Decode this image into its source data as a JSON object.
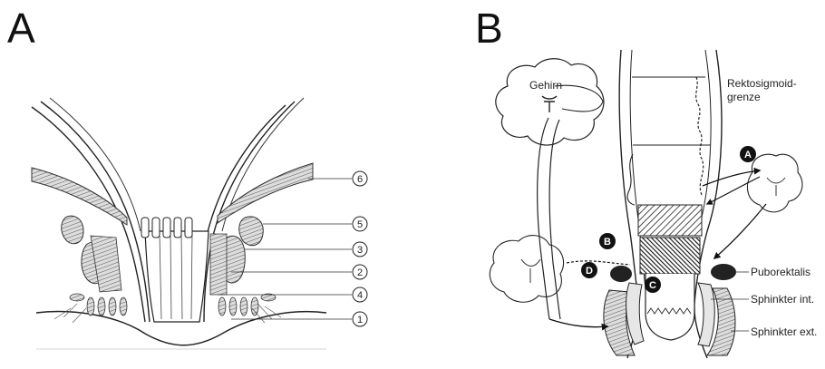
{
  "panels": {
    "a": "A",
    "b": "B"
  },
  "panel_a": {
    "callouts": [
      "6",
      "5",
      "3",
      "2",
      "4",
      "1"
    ]
  },
  "panel_b": {
    "labels": {
      "gehirn": "Gehirn",
      "rekto_1": "Rektosigmoid-",
      "rekto_2": "grenze",
      "puborektalis": "Puborektalis",
      "sph_int": "Sphinkter int.",
      "sph_ext": "Sphinkter ext."
    },
    "badges": [
      "A",
      "B",
      "C",
      "D"
    ]
  }
}
